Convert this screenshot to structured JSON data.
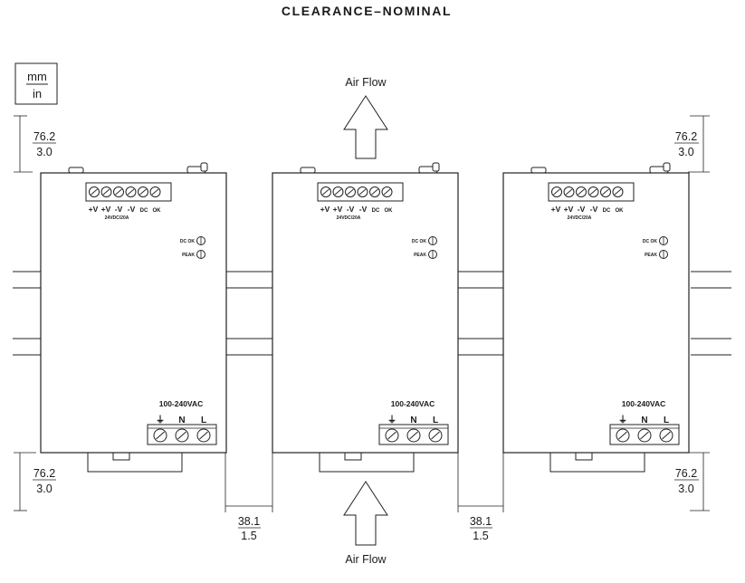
{
  "title": "CLEARANCE–NOMINAL",
  "units": {
    "top": "mm",
    "bottom": "in"
  },
  "airflow": {
    "top_label": "Air Flow",
    "bottom_label": "Air Flow"
  },
  "clearance_vertical": {
    "mm": "76.2",
    "in": "3.0"
  },
  "clearance_side": {
    "mm": "38.1",
    "in": "1.5"
  },
  "module": {
    "output_terminals": [
      "+V",
      "+V",
      "-V",
      "-V",
      "DC",
      "OK"
    ],
    "output_rating": "24VDC/20A",
    "led_dc_ok": "DC OK",
    "led_peak": "PEAK",
    "input_voltage": "100-240VAC",
    "input_terminals": [
      "⏚",
      "N",
      "L"
    ]
  }
}
